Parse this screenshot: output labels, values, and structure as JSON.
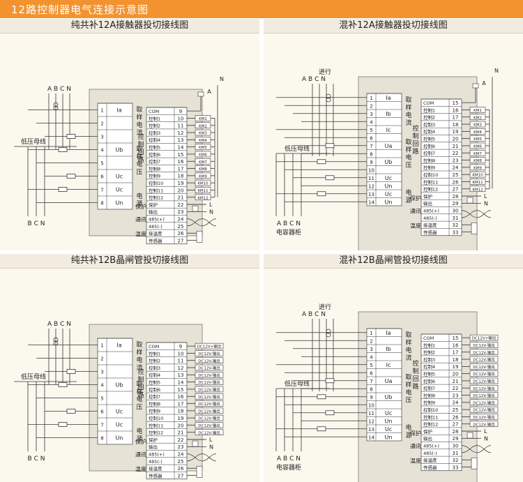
{
  "page_title": "12路控制器电气连接示意图",
  "diagrams": [
    {
      "id": "q1",
      "title": "纯共补12A接触器投切接线图",
      "mode": "A",
      "output": "KM",
      "phase_label": "A B C N",
      "bus_label": "低压母线",
      "bottom_phase_label": "B C N",
      "terms": {
        "left": [
          [
            "1",
            "Ia"
          ],
          [
            "2",
            ""
          ],
          [
            "3",
            ""
          ],
          [
            "4",
            "Ub"
          ],
          [
            "5",
            ""
          ],
          [
            "6",
            "Uc"
          ],
          [
            "7",
            "Uc"
          ],
          [
            "8",
            "Un"
          ]
        ],
        "left_groups": [
          "取样电流",
          "取样电压",
          "电源"
        ],
        "right": [
          [
            "COM",
            "9"
          ],
          [
            "控制1",
            "10"
          ],
          [
            "控制2",
            "11"
          ],
          [
            "控制3",
            "12"
          ],
          [
            "控制4",
            "13"
          ],
          [
            "控制5",
            "14"
          ],
          [
            "控制6",
            "15"
          ],
          [
            "控制7",
            "16"
          ],
          [
            "控制8",
            "17"
          ],
          [
            "控制9",
            "18"
          ],
          [
            "控制10",
            "19"
          ],
          [
            "控制11",
            "20"
          ],
          [
            "控制12",
            "21"
          ],
          [
            "保护",
            "22"
          ],
          [
            "输出",
            "23"
          ],
          [
            "485(+)",
            "24"
          ],
          [
            "485(-)",
            "25"
          ],
          [
            "接温度",
            "26"
          ],
          [
            "传感器",
            "27"
          ]
        ],
        "right_groups": [
          "控制回路",
          "保护",
          "通讯",
          "温度"
        ]
      },
      "outputs": [
        "KM1",
        "KM2",
        "KM3",
        "KM4",
        "KM5",
        "KM6",
        "KM7",
        "KM8",
        "KM9",
        "KM10",
        "KM11",
        "KM12"
      ],
      "aux": [
        "A",
        "N",
        "L",
        "N"
      ]
    },
    {
      "id": "q2",
      "title": "混补12A接触器投切接线图",
      "mode": "B",
      "output": "KM",
      "top_label": "进行",
      "phase_label": "A B C N",
      "bus_label": "低压母线",
      "bottom_phase_label": "A B C N",
      "cabinet_label": "电容器柜",
      "terms": {
        "left": [
          [
            "1",
            "Ia"
          ],
          [
            "2",
            ""
          ],
          [
            "3",
            "Ib"
          ],
          [
            "4",
            ""
          ],
          [
            "5",
            "Ic"
          ],
          [
            "6",
            ""
          ],
          [
            "7",
            "Ua"
          ],
          [
            "8",
            ""
          ],
          [
            "9",
            "Ub"
          ],
          [
            "10",
            ""
          ],
          [
            "11",
            "Uc"
          ],
          [
            "12",
            "Un"
          ],
          [
            "13",
            "Uc"
          ],
          [
            "14",
            "Un"
          ]
        ],
        "left_groups": [
          "取样电流",
          "取样电压",
          "电源"
        ],
        "right": [
          [
            "COM",
            "15"
          ],
          [
            "控制1",
            "16"
          ],
          [
            "控制2",
            "17"
          ],
          [
            "控制3",
            "18"
          ],
          [
            "控制4",
            "19"
          ],
          [
            "控制5",
            "20"
          ],
          [
            "控制6",
            "21"
          ],
          [
            "控制7",
            "22"
          ],
          [
            "控制8",
            "23"
          ],
          [
            "控制9",
            "24"
          ],
          [
            "控制10",
            "25"
          ],
          [
            "控制11",
            "26"
          ],
          [
            "控制12",
            "27"
          ],
          [
            "保护",
            "28"
          ],
          [
            "输出",
            "29"
          ],
          [
            "485(+)",
            "30"
          ],
          [
            "485(-)",
            "31"
          ],
          [
            "接温度",
            "32"
          ],
          [
            "传感器",
            "33"
          ]
        ],
        "right_groups": [
          "控制回路",
          "保护",
          "通讯",
          "温度"
        ]
      },
      "outputs": [
        "KM1",
        "KM2",
        "KM3",
        "KM4",
        "KM5",
        "KM6",
        "KM7",
        "KM8",
        "KM9",
        "KM10",
        "KM11",
        "KM12"
      ],
      "aux": [
        "A",
        "N",
        "L",
        "N"
      ]
    },
    {
      "id": "q3",
      "title": "纯共补12B晶闸管投切接线图",
      "mode": "A",
      "output": "DC",
      "phase_label": "A B C N",
      "bus_label": "低压母线",
      "bottom_phase_label": "B C N",
      "terms": {
        "left": [
          [
            "1",
            "Ia"
          ],
          [
            "2",
            ""
          ],
          [
            "3",
            ""
          ],
          [
            "4",
            "Ub"
          ],
          [
            "5",
            ""
          ],
          [
            "6",
            "Uc"
          ],
          [
            "7",
            "Uc"
          ],
          [
            "8",
            "Un"
          ]
        ],
        "left_groups": [
          "取样电流",
          "取样电压",
          "电源"
        ],
        "right": [
          [
            "COM",
            "9"
          ],
          [
            "控制1",
            "10"
          ],
          [
            "控制2",
            "11"
          ],
          [
            "控制3",
            "12"
          ],
          [
            "控制4",
            "13"
          ],
          [
            "控制5",
            "14"
          ],
          [
            "控制6",
            "15"
          ],
          [
            "控制7",
            "16"
          ],
          [
            "控制8",
            "17"
          ],
          [
            "控制9",
            "18"
          ],
          [
            "控制10",
            "19"
          ],
          [
            "控制11",
            "20"
          ],
          [
            "控制12",
            "21"
          ],
          [
            "保护",
            "22"
          ],
          [
            "输出",
            "23"
          ],
          [
            "485(+)",
            "24"
          ],
          [
            "485(-)",
            "25"
          ],
          [
            "接温度",
            "26"
          ],
          [
            "传感器",
            "27"
          ]
        ],
        "right_groups": [
          "控制回路",
          "保护",
          "通讯",
          "温度"
        ]
      },
      "outputs": [
        "DC12V+输出",
        "DC12V-输出",
        "DC12V-输出",
        "DC12V-输出",
        "DC12V-输出",
        "DC12V-输出",
        "DC12V-输出",
        "DC12V-输出",
        "DC12V-输出",
        "DC12V-输出",
        "DC12V-输出",
        "DC12V-输出",
        "DC12V-输出"
      ],
      "aux": [
        "L",
        "N"
      ]
    },
    {
      "id": "q4",
      "title": "混补12B晶闸管投切接线图",
      "mode": "B",
      "output": "DC",
      "top_label": "进行",
      "phase_label": "A B C N",
      "bus_label": "低压母线",
      "bottom_phase_label": "A B C N",
      "cabinet_label": "电容器柜",
      "terms": {
        "left": [
          [
            "1",
            "Ia"
          ],
          [
            "2",
            ""
          ],
          [
            "3",
            "Ib"
          ],
          [
            "4",
            ""
          ],
          [
            "5",
            "Ic"
          ],
          [
            "6",
            ""
          ],
          [
            "7",
            "Ua"
          ],
          [
            "8",
            ""
          ],
          [
            "9",
            "Ub"
          ],
          [
            "10",
            ""
          ],
          [
            "11",
            "Uc"
          ],
          [
            "12",
            "Un"
          ],
          [
            "13",
            "Uc"
          ],
          [
            "14",
            "Un"
          ]
        ],
        "left_groups": [
          "取样电流",
          "取样电压",
          "电源"
        ],
        "right": [
          [
            "COM",
            "15"
          ],
          [
            "控制1",
            "16"
          ],
          [
            "控制2",
            "17"
          ],
          [
            "控制3",
            "18"
          ],
          [
            "控制4",
            "19"
          ],
          [
            "控制5",
            "20"
          ],
          [
            "控制6",
            "21"
          ],
          [
            "控制7",
            "22"
          ],
          [
            "控制8",
            "23"
          ],
          [
            "控制9",
            "24"
          ],
          [
            "控制10",
            "25"
          ],
          [
            "控制11",
            "26"
          ],
          [
            "控制12",
            "27"
          ],
          [
            "保护",
            "28"
          ],
          [
            "输出",
            "29"
          ],
          [
            "485(+)",
            "30"
          ],
          [
            "485(-)",
            "31"
          ],
          [
            "接温度",
            "32"
          ],
          [
            "传感器",
            "33"
          ]
        ],
        "right_groups": [
          "控制回路",
          "保护",
          "通讯",
          "温度"
        ]
      },
      "outputs": [
        "DC12V+输出",
        "DC12V-输出",
        "DC12V-输出",
        "DC12V-输出",
        "DC12V-输出",
        "DC12V-输出",
        "DC12V-输出",
        "DC12V-输出",
        "DC12V-输出",
        "DC12V-输出",
        "DC12V-输出",
        "DC12V-输出",
        "DC12V-输出"
      ],
      "aux": [
        "L",
        "N"
      ]
    }
  ],
  "colors": {
    "accent": "#f3932f",
    "panel": "#fbf8ee",
    "device": "#e6e2d6",
    "line": "#333333"
  }
}
